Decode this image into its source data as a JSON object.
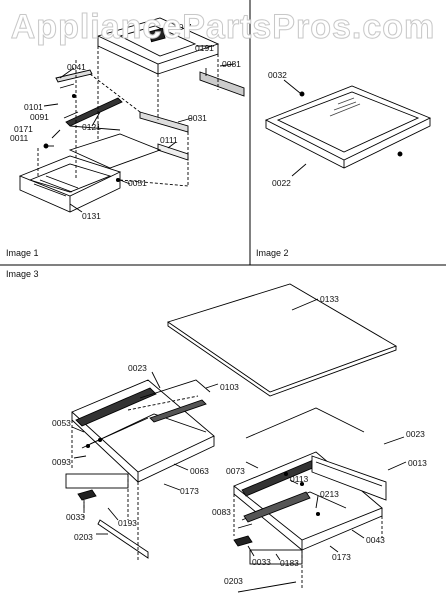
{
  "watermark": "AppliancePartsPros.com",
  "panels": {
    "image1": "Image 1",
    "image2": "Image 2",
    "image3": "Image 3"
  },
  "image1_parts": {
    "p0041": "0041",
    "p0101": "0101",
    "p0091": "0091",
    "p0121": "0121",
    "p0171": "0171",
    "p0011": "0011",
    "p0051": "0051",
    "p0131": "0131",
    "p0191": "0191",
    "p0081": "0081",
    "p0031": "0031",
    "p0111": "0111",
    "p0061": "0061"
  },
  "image2_parts": {
    "p0032": "0032",
    "p0022": "0022"
  },
  "image3_parts": {
    "p0133": "0133",
    "p0023a": "0023",
    "p0103": "0103",
    "p0053": "0053",
    "p0093": "0093",
    "p0063": "0063",
    "p0033a": "0033",
    "p0193": "0193",
    "p0173a": "0173",
    "p0203a": "0203",
    "p0023b": "0023",
    "p0073": "0073",
    "p0013": "0013",
    "p0113": "0113",
    "p0213": "0213",
    "p0083": "0083",
    "p0043": "0043",
    "p0173b": "0173",
    "p0033b": "0033",
    "p0183": "0183",
    "p0203b": "0203"
  }
}
